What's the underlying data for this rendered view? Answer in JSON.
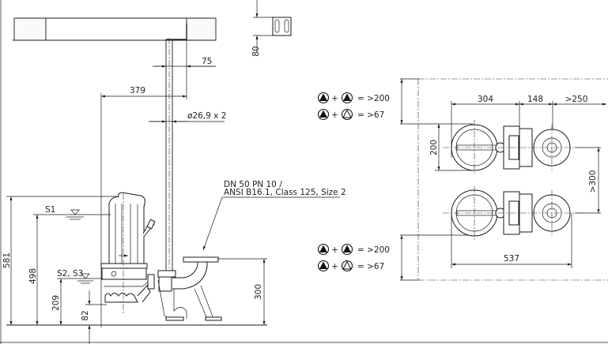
{
  "drawing": {
    "title": "Pump installation dimension drawing",
    "side_view": {
      "dimensions": {
        "overall_height": "581",
        "s1_level": "498",
        "s2_s3_level": "209",
        "min_clearance": "82",
        "pipe_offset": "379",
        "pipe_wall_offset": "75",
        "guide_pipe": "ø26,9 x 2",
        "discharge_height": "300",
        "bracket_height": "80"
      },
      "water_levels": {
        "s1": "S1",
        "s2_s3": "S2, S3"
      },
      "flange_note": {
        "line1": "DN 50 PN 10 /",
        "line2": "ANSI B16.1, Class 125, Size 2"
      }
    },
    "plan_view": {
      "dimensions": {
        "pump_to_coupling": "304",
        "coupling_width": "148",
        "min_side": ">250",
        "pump_width": "200",
        "pump_spacing": ">300",
        "overall_length": "537"
      },
      "legend_top": [
        {
          "symbol_a": "filled-triangle-circle",
          "plus": "+",
          "symbol_b": "filled-triangle-circle",
          "value": "= >200"
        },
        {
          "symbol_a": "filled-triangle-circle",
          "plus": "+",
          "symbol_b": "open-triangle-circle",
          "value": "= >67"
        }
      ],
      "legend_bottom": [
        {
          "symbol_a": "filled-triangle-circle",
          "plus": "+",
          "symbol_b": "filled-triangle-circle",
          "value": "= >200"
        },
        {
          "symbol_a": "filled-triangle-circle",
          "plus": "+",
          "symbol_b": "open-triangle-circle",
          "value": "= >67"
        }
      ]
    },
    "colors": {
      "line": "#1a1a1a",
      "background": "#ffffff"
    }
  }
}
